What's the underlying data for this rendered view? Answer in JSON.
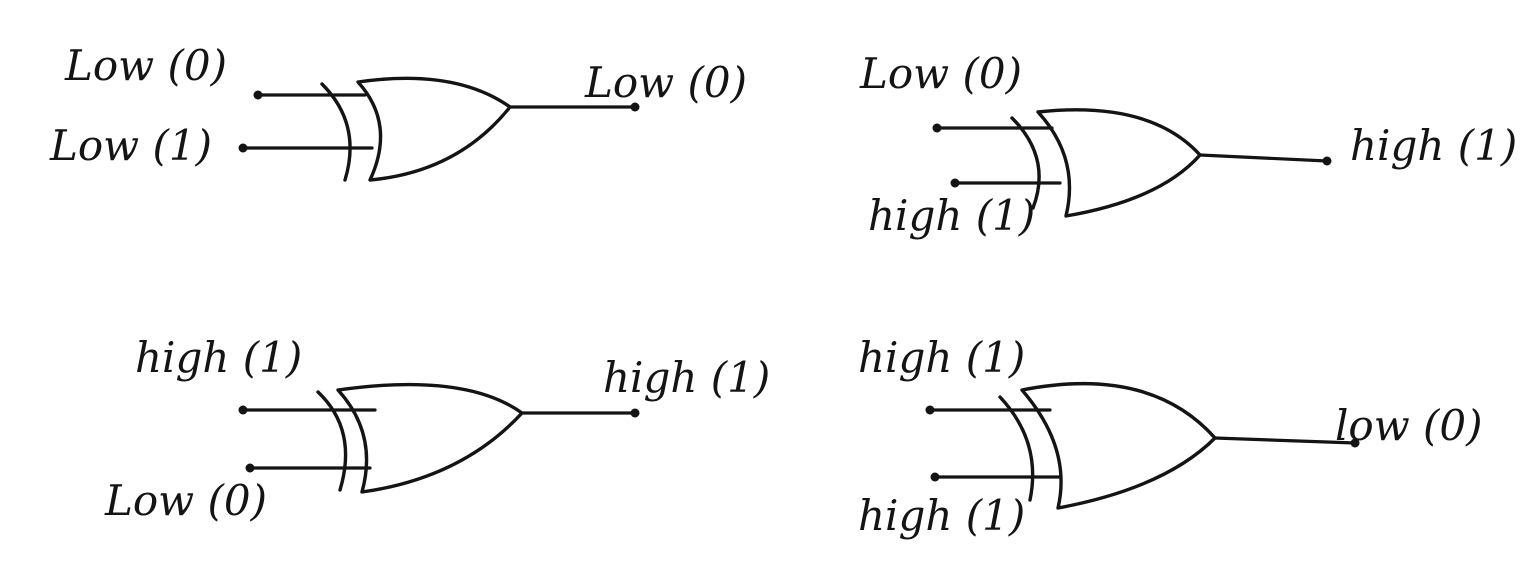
{
  "ink_color": "#141414",
  "background": "#ffffff",
  "gates": [
    {
      "type": "XOR",
      "input_a": "Low (0)",
      "input_b": "Low (1)",
      "output": "Low (0)"
    },
    {
      "type": "XOR",
      "input_a": "Low (0)",
      "input_b": "high (1)",
      "output": "high (1)"
    },
    {
      "type": "XOR",
      "input_a": "high (1)",
      "input_b": "Low (0)",
      "output": "high (1)"
    },
    {
      "type": "XOR",
      "input_a": "high (1)",
      "input_b": "high (1)",
      "output": "low (0)"
    }
  ]
}
